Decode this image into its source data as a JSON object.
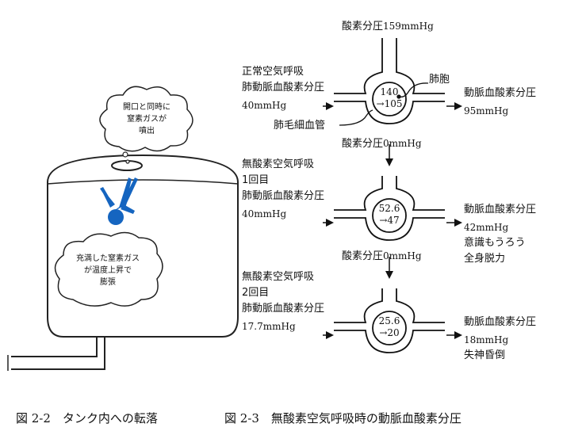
{
  "figure_left": {
    "cloud_top": [
      "開口と同時に",
      "窒素ガスが",
      "噴出"
    ],
    "cloud_bottom": [
      "充満した窒素ガス",
      "が温度上昇で",
      "膨張"
    ],
    "caption": "図 2-2　タンク内への転落"
  },
  "figure_right": {
    "caption": "図 2-3　無酸素空気呼吸時の動脈血酸素分圧",
    "label_alveolus": "肺胞",
    "label_capillary": "肺毛細血管",
    "stages": [
      {
        "top_label": "酸素分圧",
        "top_value": "159mmHg",
        "left_lines": [
          "正常空気呼吸",
          "肺動脈血酸素分圧"
        ],
        "left_value": "40mmHg",
        "inner_top": "140",
        "inner_bottom": "→105",
        "right_title": "動脈血酸素分圧",
        "right_value": "95mmHg",
        "right_notes": []
      },
      {
        "top_label": "酸素分圧",
        "top_value": "0mmHg",
        "left_lines": [
          "無酸素空気呼吸",
          "1回目",
          "肺動脈血酸素分圧"
        ],
        "left_value": "40mmHg",
        "inner_top": "52.6",
        "inner_bottom": "→47",
        "right_title": "動脈血酸素分圧",
        "right_value": "42mmHg",
        "right_notes": [
          "意識もうろう",
          "全身脱力"
        ]
      },
      {
        "top_label": "酸素分圧",
        "top_value": "0mmHg",
        "left_lines": [
          "無酸素空気呼吸",
          "2回目",
          "肺動脈血酸素分圧"
        ],
        "left_value": "17.7mmHg",
        "inner_top": "25.6",
        "inner_bottom": "→20",
        "right_title": "動脈血酸素分圧",
        "right_value": "18mmHg",
        "right_notes": [
          "失神昏倒"
        ]
      }
    ]
  }
}
